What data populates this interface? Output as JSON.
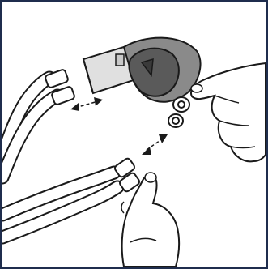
{
  "figure": {
    "frame_color": "#1f2d4d",
    "line_color": "#1a1a1a",
    "fill_light": "#ffffff",
    "fill_grey": "#c8c8c8",
    "fill_dark": "#6e6e6e",
    "fill_darker": "#4a4a4a",
    "parts": {
      "mask_elbow": "mask-elbow-connector",
      "upper_hose": "upper-air-hose",
      "lower_hose": "lower-air-hose",
      "right_hand": "right-hand",
      "lower_hand": "lower-hand",
      "upper_arrow": "double-arrow-connect",
      "lower_arrow": "double-arrow-connect"
    }
  }
}
